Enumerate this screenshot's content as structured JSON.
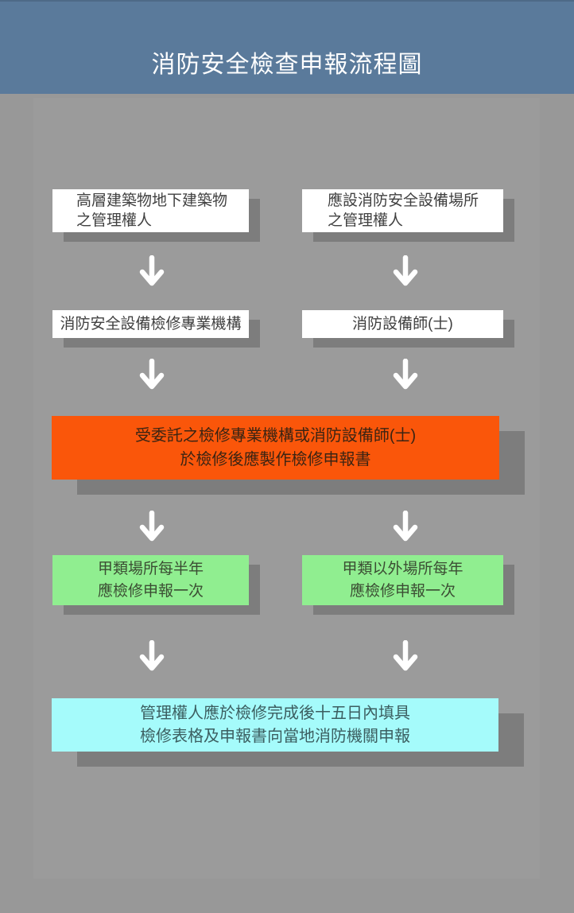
{
  "title": "消防安全檢查申報流程圖",
  "colors": {
    "header_bg": "#5a7a9b",
    "header_top_edge": "#4e6a87",
    "page_bg": "#989898",
    "panel_bg": "#9b9b9b",
    "shadow": "#7d7d7d",
    "box_white": "#ffffff",
    "box_orange": "#fa560a",
    "box_green": "#90ee90",
    "box_cyan": "#a5fbfb",
    "arrow": "#ffffff"
  },
  "boxes": [
    {
      "id": "owner-highrise",
      "bg": "#ffffff",
      "lines": [
        "高層建築物地下建築物",
        "之管理權人"
      ]
    },
    {
      "id": "owner-equipped",
      "bg": "#ffffff",
      "lines": [
        "應設消防安全設備場所",
        "之管理權人"
      ]
    },
    {
      "id": "inspection-agency",
      "bg": "#ffffff",
      "lines": [
        "消防安全設備檢修專業機構"
      ]
    },
    {
      "id": "fire-engineer",
      "bg": "#ffffff",
      "lines": [
        "消防設備師(士)"
      ]
    },
    {
      "id": "report-duty",
      "bg": "#fa560a",
      "lines": [
        "受委託之檢修專業機構或消防設備師(士)",
        "於檢修後應製作檢修申報書"
      ]
    },
    {
      "id": "class-a",
      "bg": "#90ee90",
      "lines": [
        "甲類場所每半年",
        "應檢修申報一次"
      ]
    },
    {
      "id": "non-class-a",
      "bg": "#90ee90",
      "lines": [
        "甲類以外場所每年",
        "應檢修申報一次"
      ]
    },
    {
      "id": "final-filing",
      "bg": "#a5fbfb",
      "lines": [
        "管理權人應於檢修完成後十五日內填具",
        "檢修表格及申報書向當地消防機關申報"
      ]
    }
  ]
}
